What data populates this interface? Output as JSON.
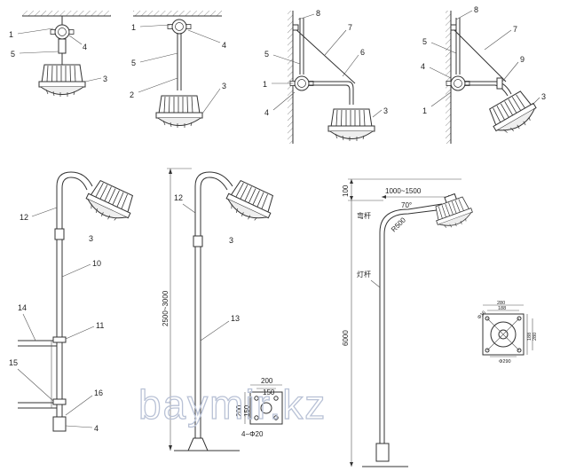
{
  "fig1": {
    "labels": [
      "1",
      "4",
      "5",
      "3"
    ]
  },
  "fig2": {
    "labels": [
      "1",
      "4",
      "5",
      "2",
      "3"
    ]
  },
  "fig3": {
    "labels": [
      "8",
      "7",
      "5",
      "6",
      "1",
      "4",
      "3"
    ]
  },
  "fig4": {
    "labels": [
      "8",
      "7",
      "5",
      "4",
      "9",
      "1",
      "3"
    ]
  },
  "fig5": {
    "labels": [
      "12",
      "3",
      "10",
      "14",
      "11",
      "15",
      "16",
      "4"
    ]
  },
  "fig6": {
    "labels": [
      "12",
      "3",
      "13"
    ],
    "height": "2500~3000",
    "base": {
      "w1": "200",
      "w2": "150",
      "h1": "200",
      "h2": "150",
      "holes": "4−Φ20"
    }
  },
  "fig7": {
    "top": "100",
    "reach": "1000~1500",
    "angle": "70°",
    "radius": "R500",
    "arm_label": "弯杆",
    "pole_label": "灯杆",
    "height": "6000",
    "plate": {
      "a": "280",
      "b": "188",
      "c": "188",
      "d": "280",
      "e": "Φ16",
      "f": "Φ290"
    }
  },
  "watermark": "baymir.kz"
}
